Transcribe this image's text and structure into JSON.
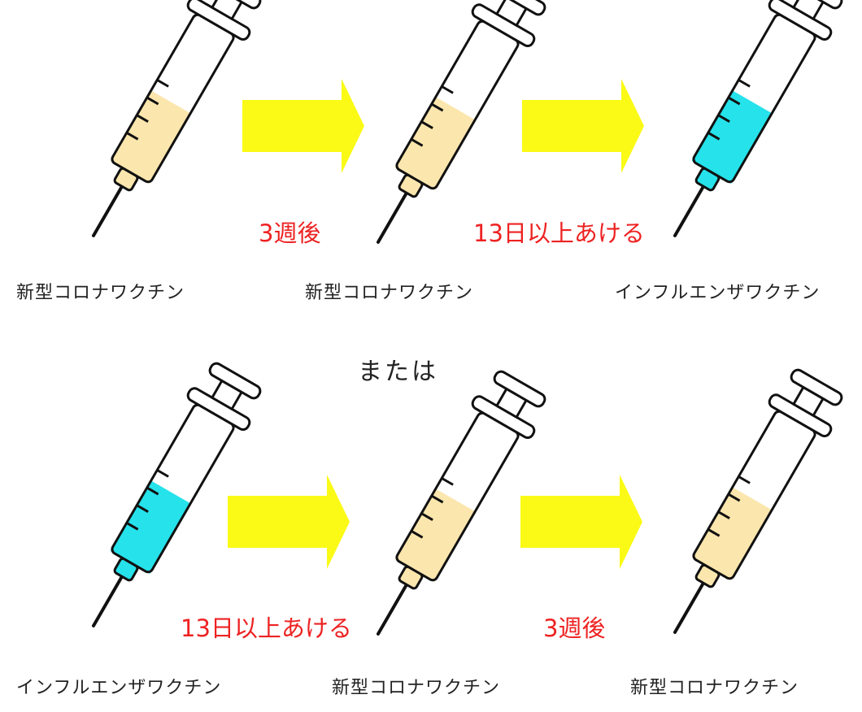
{
  "colors": {
    "covid_liquid": "#fbe6ad",
    "flu_liquid": "#26e2ea",
    "arrow": "#fafa16",
    "interval_text": "#ee2222"
  },
  "separator": "または",
  "rows": [
    {
      "syringes": [
        {
          "vaccine": "新型コロナワクチン",
          "type": "covid",
          "icon": "syringe-icon"
        },
        {
          "vaccine": "新型コロナワクチン",
          "type": "covid",
          "icon": "syringe-icon"
        },
        {
          "vaccine": "インフルエンザワクチン",
          "type": "flu",
          "icon": "syringe-icon"
        }
      ],
      "intervals": [
        "3週後",
        "13日以上あける"
      ]
    },
    {
      "syringes": [
        {
          "vaccine": "インフルエンザワクチン",
          "type": "flu",
          "icon": "syringe-icon"
        },
        {
          "vaccine": "新型コロナワクチン",
          "type": "covid",
          "icon": "syringe-icon"
        },
        {
          "vaccine": "新型コロナワクチン",
          "type": "covid",
          "icon": "syringe-icon"
        }
      ],
      "intervals": [
        "13日以上あける",
        "3週後"
      ]
    }
  ]
}
